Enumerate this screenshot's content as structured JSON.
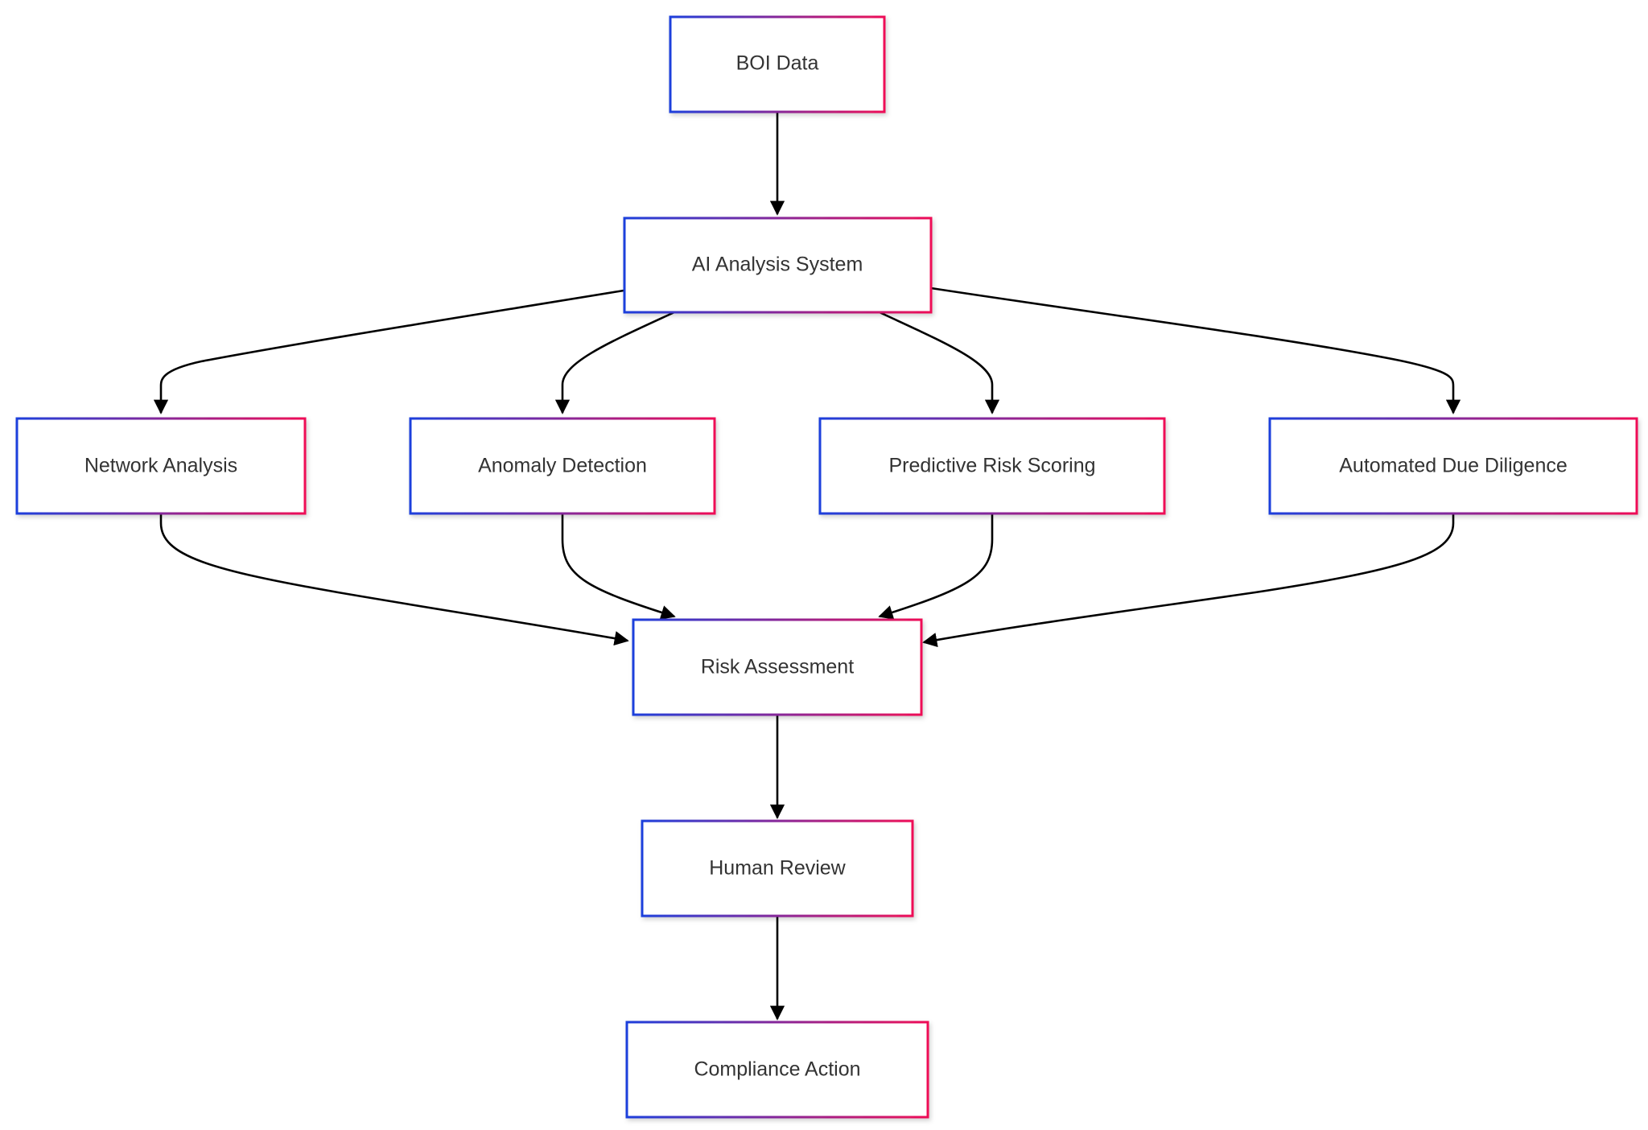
{
  "diagram": {
    "type": "flowchart",
    "nodes": {
      "boi_data": "BOI Data",
      "ai_analysis_system": "AI Analysis System",
      "network_analysis": "Network Analysis",
      "anomaly_detection": "Anomaly Detection",
      "predictive_risk_scoring": "Predictive Risk Scoring",
      "automated_due_diligence": "Automated Due Diligence",
      "risk_assessment": "Risk Assessment",
      "human_review": "Human Review",
      "compliance_action": "Compliance Action"
    },
    "edges": [
      {
        "from": "boi_data",
        "to": "ai_analysis_system"
      },
      {
        "from": "ai_analysis_system",
        "to": "network_analysis"
      },
      {
        "from": "ai_analysis_system",
        "to": "anomaly_detection"
      },
      {
        "from": "ai_analysis_system",
        "to": "predictive_risk_scoring"
      },
      {
        "from": "ai_analysis_system",
        "to": "automated_due_diligence"
      },
      {
        "from": "network_analysis",
        "to": "risk_assessment"
      },
      {
        "from": "anomaly_detection",
        "to": "risk_assessment"
      },
      {
        "from": "predictive_risk_scoring",
        "to": "risk_assessment"
      },
      {
        "from": "automated_due_diligence",
        "to": "risk_assessment"
      },
      {
        "from": "risk_assessment",
        "to": "human_review"
      },
      {
        "from": "human_review",
        "to": "compliance_action"
      }
    ],
    "colors": {
      "border_start": "#1d3fdc",
      "border_end": "#ef0f57",
      "edge": "#000000",
      "text": "#333333",
      "background": "#ffffff"
    }
  }
}
